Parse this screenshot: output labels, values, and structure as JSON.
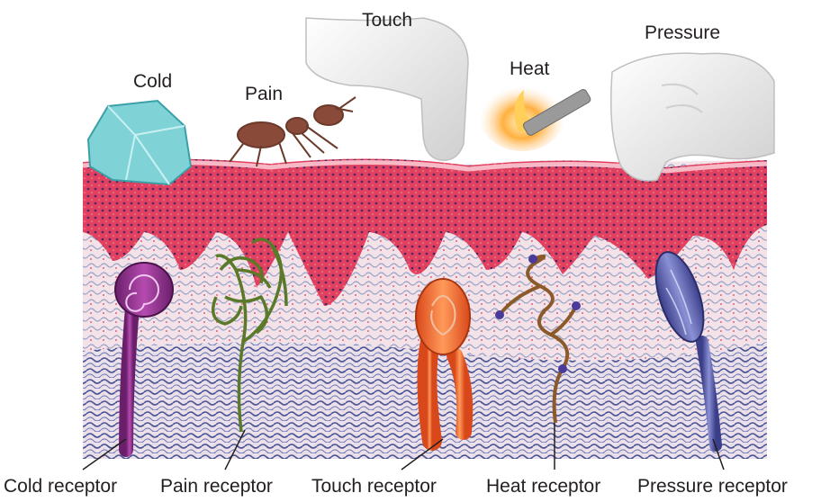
{
  "stimuli": {
    "cold": "Cold",
    "pain": "Pain",
    "touch": "Touch",
    "heat": "Heat",
    "pressure": "Pressure"
  },
  "receptors": {
    "cold": "Cold receptor",
    "pain": "Pain receptor",
    "touch": "Touch receptor",
    "heat": "Heat receptor",
    "pressure": "Pressure receptor"
  },
  "colors": {
    "epidermis": "#e2405f",
    "dermis": "#f2dde3",
    "cold_receptor": "#8e2a8a",
    "pain_receptor": "#5a7a2a",
    "touch_receptor": "#ee6a2c",
    "heat_receptor": "#8a5a2a",
    "pressure_receptor": "#5a5fa8",
    "ice": "#7fd3d6",
    "glove": "#e9e9e9"
  }
}
